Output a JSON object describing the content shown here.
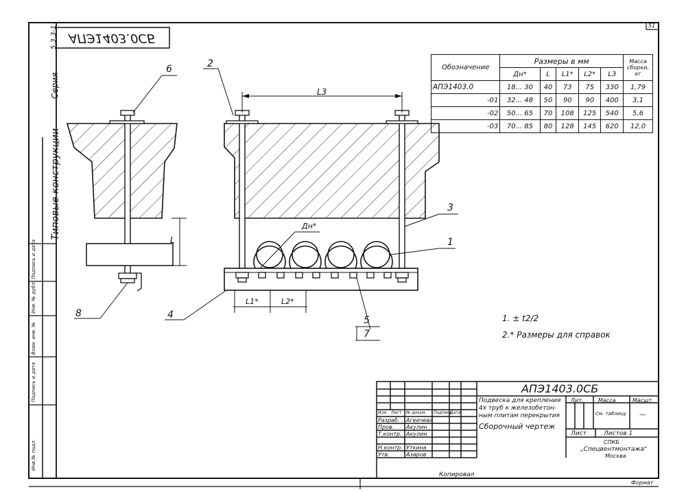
{
  "stamp_code_mirrored": "АПЭ1403.0СБ",
  "sheet_number": "51",
  "series_label": "Серия",
  "series_number": "5.3.3-1",
  "side_title": "Типовые конструкции",
  "left_margin_labels": [
    "Инв.№ подл.",
    "Подпись и дата",
    "Взам. инв. №",
    "Инв. № дубл.",
    "Подпись и дата"
  ],
  "callouts": {
    "n6": "6",
    "n2": "2",
    "n3": "3",
    "n1": "1",
    "n4": "4",
    "n5": "5",
    "n7": "7",
    "n8": "8"
  },
  "dims": {
    "L3": "L3",
    "L": "L",
    "Dn": "Дн*",
    "L1": "L1*",
    "L2": "L2*"
  },
  "table": {
    "header_group": "Размеры в мм",
    "col_designation": "Обозначение",
    "col_mass": "Масса сборки, кг",
    "subheaders": [
      "Дн*",
      "L",
      "L1*",
      "L2*",
      "L3"
    ],
    "rows": [
      [
        "АПЭ1403.0",
        "18... 30",
        "40",
        "73",
        "75",
        "330",
        "1,79"
      ],
      [
        "-01",
        "32... 48",
        "50",
        "90",
        "90",
        "400",
        "3,1"
      ],
      [
        "-02",
        "50... 65",
        "70",
        "108",
        "125",
        "540",
        "5,6"
      ],
      [
        "-03",
        "70... 85",
        "80",
        "128",
        "145",
        "620",
        "12,0"
      ]
    ]
  },
  "notes": [
    "1. ± t2/2",
    "2.* Размеры для справок"
  ],
  "title_block": {
    "code": "АПЭ1403.0СБ",
    "name_lines": [
      "Подвеска для крепления",
      "4х труб к железобетон-",
      "ным плитам перекрытия",
      "Сборочный чертеж"
    ],
    "head": [
      "Изм.",
      "Лист",
      "№ докум.",
      "Подпись",
      "Дата"
    ],
    "rows": [
      [
        "Разраб.",
        "Агеичева"
      ],
      [
        "Пров.",
        "Акулин"
      ],
      [
        "Т.контр.",
        "Акулин"
      ],
      [
        "Н.контр.",
        "Уткина"
      ],
      [
        "Утв.",
        "Азаров"
      ]
    ],
    "lit": "Лит.",
    "mass": "Масса",
    "scale": "Масшт.",
    "mass_value": "См. таблицу",
    "scale_value": "—",
    "sheet": "Лист",
    "sheets": "Листов 1",
    "org_lines": [
      "СПКБ",
      "„Спецвентмонтажа\"",
      "Москва"
    ]
  },
  "footer": {
    "copied": "Копировал",
    "format": "Формат"
  }
}
